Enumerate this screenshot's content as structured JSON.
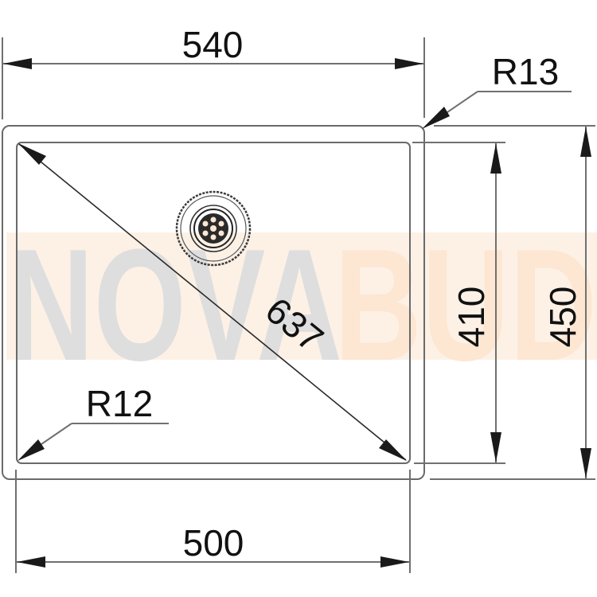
{
  "drawing": {
    "subject": "Kitchen sink technical drawing (top view)",
    "units": "mm",
    "dimensions": {
      "outer_width": "540",
      "inner_width": "500",
      "outer_depth": "450",
      "inner_depth": "410",
      "diagonal": "637",
      "outer_radius": "R13",
      "inner_radius": "R12"
    },
    "watermark": {
      "left_text": "NOVA",
      "right_text": "BUD",
      "left_color": "#dedede",
      "right_color": "#fde6d2"
    },
    "colors": {
      "line": "#6a6a6a",
      "text": "#111111",
      "arrow": "#1a1a1a",
      "background": "#ffffff"
    }
  }
}
